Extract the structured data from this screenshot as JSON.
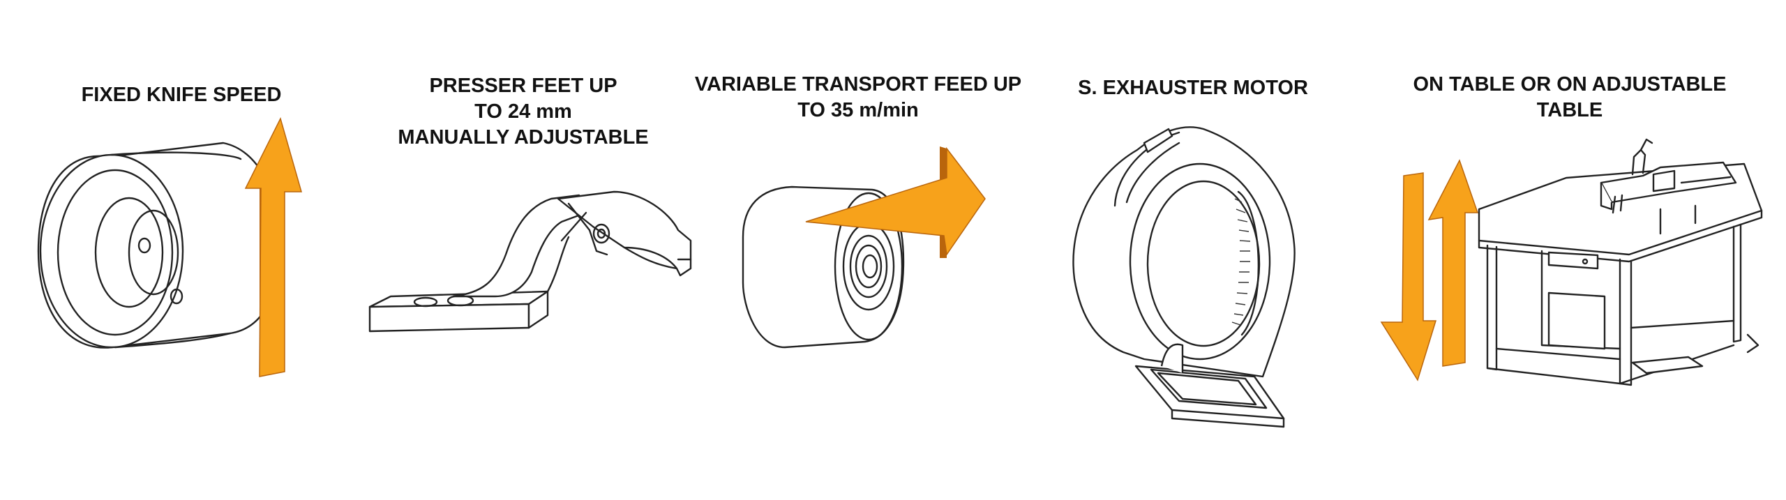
{
  "colors": {
    "arrow": "#F7A21B",
    "arrow_edge": "#B9650C",
    "line": "#222222"
  },
  "panels": [
    {
      "caption": [
        "FIXED KNIFE SPEED"
      ],
      "icon": "knife-wheel-icon"
    },
    {
      "caption": [
        "PRESSER FEET UP",
        "TO 24 mm",
        "MANUALLY ADJUSTABLE"
      ],
      "icon": "presser-foot-icon"
    },
    {
      "caption": [
        "VARIABLE TRANSPORT FEED UP",
        "TO 35 m/min"
      ],
      "icon": "feed-roller-icon"
    },
    {
      "caption": [
        "S. EXHAUSTER MOTOR"
      ],
      "icon": "exhauster-blower-icon"
    },
    {
      "caption": [
        "ON TABLE OR ON ADJUSTABLE",
        "TABLE"
      ],
      "icon": "machine-table-icon"
    }
  ]
}
